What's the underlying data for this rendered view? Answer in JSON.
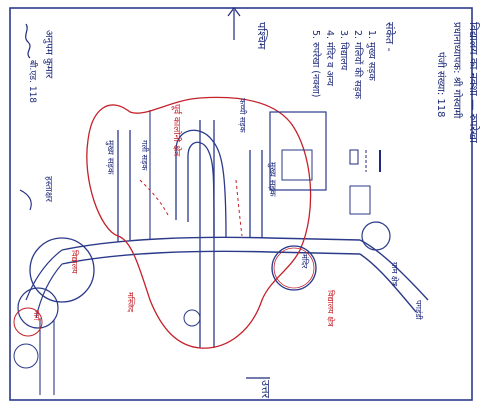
{
  "header": {
    "line1": "विद्यालय का नक्शा — रुपरेखा",
    "line2": "प्रधानाध्यापक: श्री गोस्वामी",
    "line3": "पंजी संख्या: 118"
  },
  "legend": {
    "title": "संकेत -",
    "items": [
      "1. मुख्य सड़क",
      "2. गलियों की सड़क",
      "3. विद्यालय",
      "4. मंदिर व अन्य",
      "5. रुपरेखा (नक्शा)"
    ]
  },
  "directions": {
    "north": "उत्तर",
    "west": "पश्चिम"
  },
  "map_labels": {
    "main_road_upper": "मुख्य सड़क",
    "main_road_lower": "मुख्य सड़क",
    "red_area": "पूर्व कालोनी क्षेत्र",
    "inner_road": "गली सड़क",
    "side_road": "कच्ची सड़क",
    "temple_circle": "मंदिर",
    "school_circle": "विद्यालय",
    "bottom_red_1": "मार्ग",
    "bottom_red_2": "मस्जिद",
    "right_area": "ग्राम क्षेत्र",
    "red_right_note": "विद्यालय क्षेत्र",
    "upper_path": "पगडंडी"
  },
  "footer": {
    "teacher": "अनुपम कुमार",
    "class_info": "बी.एड. 118",
    "signature_label": "हस्ताक्षर"
  }
}
